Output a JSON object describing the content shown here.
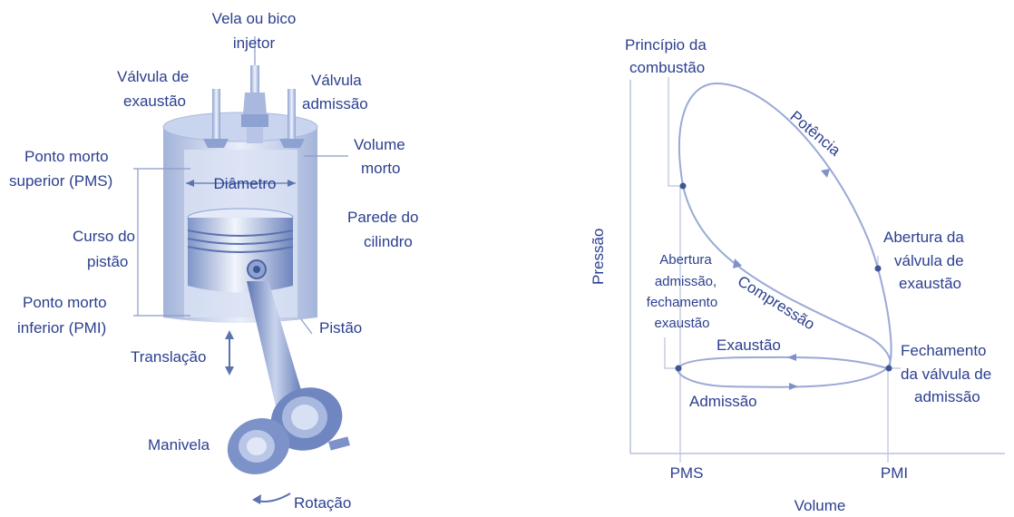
{
  "engine": {
    "labels": {
      "vela_l1": "Vela ou bico",
      "vela_l2": "injetor",
      "valv_exaust_l1": "Válvula de",
      "valv_exaust_l2": "exaustão",
      "valv_admissao_l1": "Válvula",
      "valv_admissao_l2": "admissão",
      "volume_morto_l1": "Volume",
      "volume_morto_l2": "morto",
      "pms_l1": "Ponto morto",
      "pms_l2": "superior (PMS)",
      "diametro": "Diâmetro",
      "parede_l1": "Parede do",
      "parede_l2": "cilindro",
      "curso_l1": "Curso do",
      "curso_l2": "pistão",
      "pmi_l1": "Ponto morto",
      "pmi_l2": "inferior (PMI)",
      "pistao": "Pistão",
      "translacao": "Translação",
      "manivela": "Manivela",
      "rotacao": "Rotação"
    }
  },
  "pv_diagram": {
    "axes": {
      "ylabel": "Pressão",
      "xlabel": "Volume",
      "xtick_pms": "PMS",
      "xtick_pmi": "PMI"
    },
    "labels": {
      "principio_l1": "Princípio da",
      "principio_l2": "combustão",
      "potencia": "Potência",
      "abertura_exaust_l1": "Abertura da",
      "abertura_exaust_l2": "válvula de",
      "abertura_exaust_l3": "exaustão",
      "abertura_adm_l1": "Abertura",
      "abertura_adm_l2": "admissão,",
      "abertura_adm_l3": "fechamento",
      "abertura_adm_l4": "exaustão",
      "compressao": "Compressão",
      "exaustao": "Exaustão",
      "fechamento_l1": "Fechamento",
      "fechamento_l2": "da válvula de",
      "fechamento_l3": "admissão",
      "admissao": "Admissão"
    }
  }
}
